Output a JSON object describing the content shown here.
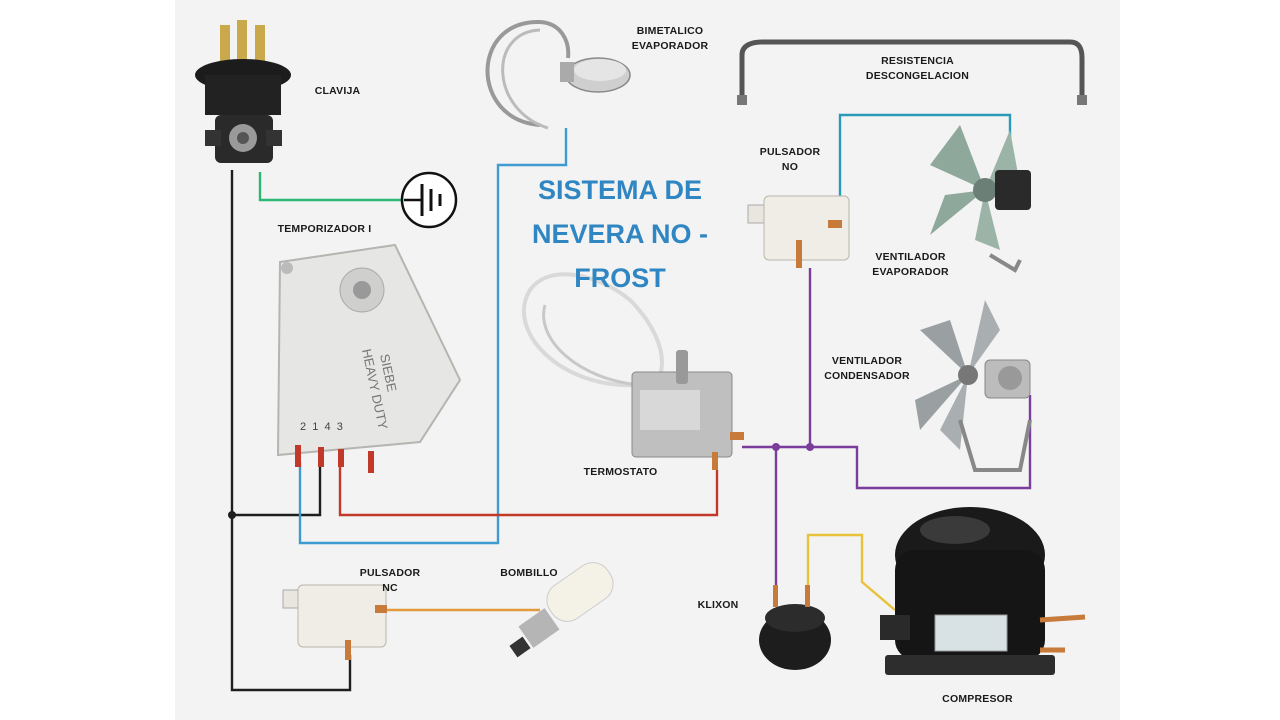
{
  "diagram": {
    "title_lines": [
      "SISTEMA DE",
      "NEVERA NO -",
      "FROST"
    ],
    "components": {
      "clavija": "CLAVIJA",
      "bimetalico_line1": "BIMETALICO",
      "bimetalico_line2": "EVAPORADOR",
      "resistencia_line1": "RESISTENCIA",
      "resistencia_line2": "DESCONGELACION",
      "pulsador_no_line1": "PULSADOR",
      "pulsador_no_line2": "NO",
      "temporizador": "TEMPORIZADOR I",
      "ventilador_evap_line1": "VENTILADOR",
      "ventilador_evap_line2": "EVAPORADOR",
      "ventilador_cond_line1": "VENTILADOR",
      "ventilador_cond_line2": "CONDENSADOR",
      "termostato": "TERMOSTATO",
      "pulsador_nc_line1": "PULSADOR",
      "pulsador_nc_line2": "NC",
      "bombillo": "BOMBILLO",
      "klixon": "KLIXON",
      "compresor": "COMPRESOR"
    },
    "timer_markings": {
      "brand_line1": "SIEBE",
      "brand_line2": "HEAVY DUTY",
      "terminals": "2  1  4  3"
    },
    "wire_colors": {
      "ground": "#2bb673",
      "black": "#1e1e1e",
      "blue": "#3d9bd2",
      "red": "#c0392b",
      "purple": "#7a3d9c",
      "yellow": "#e8c23a",
      "teal": "#2a9ab8",
      "orange": "#e29a3a"
    }
  }
}
